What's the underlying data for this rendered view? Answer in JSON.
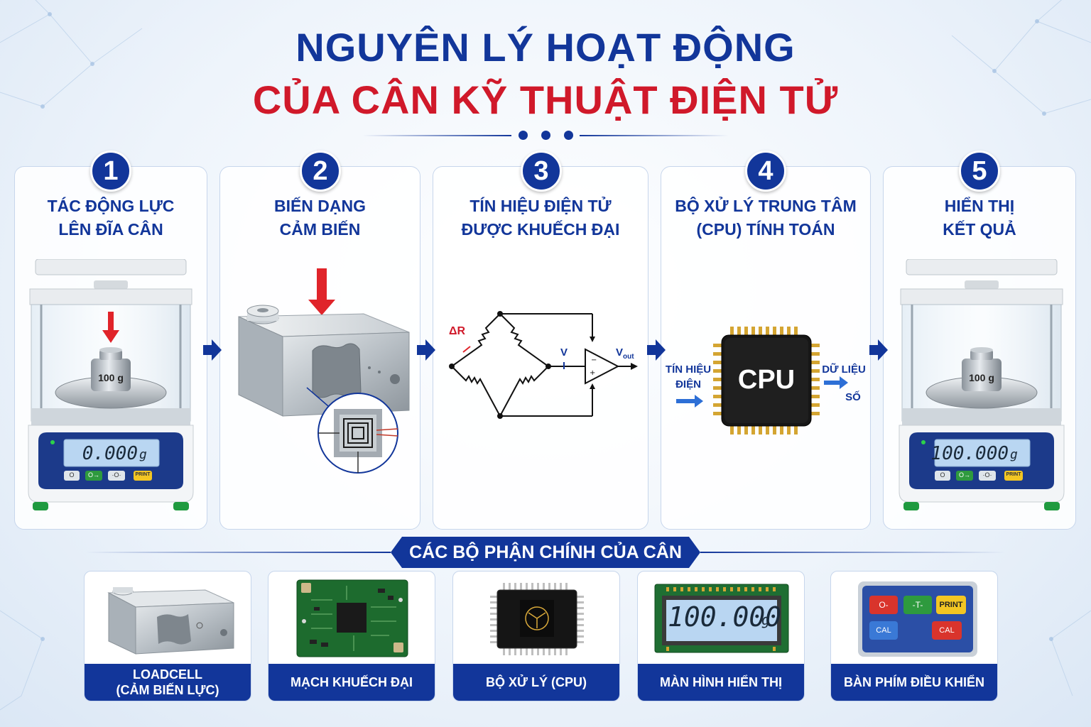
{
  "title": {
    "line1": "NGUYÊN LÝ HOẠT ĐỘNG",
    "line2": "CỦA CÂN KỸ THUẬT ĐIỆN TỬ"
  },
  "steps": [
    {
      "number": "1",
      "title_line1": "TÁC ĐỘNG LỰC",
      "title_line2": "LÊN ĐĨA CÂN",
      "weight_label": "100 g",
      "display_value": "0.000",
      "display_unit": "g"
    },
    {
      "number": "2",
      "title_line1": "BIẾN DẠNG",
      "title_line2": "CẢM BIẾN"
    },
    {
      "number": "3",
      "title_line1": "TÍN HIỆU ĐIỆN TỬ",
      "title_line2": "ĐƯỢC KHUẾCH ĐẠI",
      "delta_r": "ΔR",
      "v_label": "V",
      "vout_label": "V",
      "vout_sub": "out"
    },
    {
      "number": "4",
      "title_line1": "BỘ XỬ LÝ TRUNG TÂM",
      "title_line2": "(CPU) TÍNH TOÁN",
      "chip_label": "CPU",
      "input_line1": "TÍN HIỆU",
      "input_line2": "ĐIỆN",
      "output_line1": "DỮ LIỆU",
      "output_line2": "SỐ"
    },
    {
      "number": "5",
      "title_line1": "HIỂN THỊ",
      "title_line2": "KẾT QUẢ",
      "weight_label": "100 g",
      "display_value": "100.000",
      "display_unit": "g"
    }
  ],
  "scale_buttons": {
    "zero": "O",
    "tare": "O→",
    "mode": "·O·",
    "print": "PRINT"
  },
  "section_title": "CÁC BỘ PHẬN CHÍNH CỦA CÂN",
  "components": [
    {
      "label_line1": "LOADCELL",
      "label_line2": "(CẢM BIẾN LỰC)"
    },
    {
      "label_line1": "MẠCH KHUẾCH ĐẠI",
      "label_line2": ""
    },
    {
      "label_line1": "BỘ XỬ LÝ (CPU)",
      "label_line2": ""
    },
    {
      "label_line1": "MÀN HÌNH HIỂN THỊ",
      "label_line2": "",
      "display_value": "100.000",
      "display_unit": "g"
    },
    {
      "label_line1": "BÀN PHÍM ĐIỀU KHIỂN",
      "label_line2": "",
      "keys": [
        "O-",
        "-T-",
        "PRINT",
        "CAL",
        "CAL"
      ]
    }
  ],
  "colors": {
    "navy": "#12369a",
    "red": "#d0192a",
    "green": "#2e9a3e",
    "yellow": "#f3c623",
    "lcd": "#b9d6f2"
  }
}
